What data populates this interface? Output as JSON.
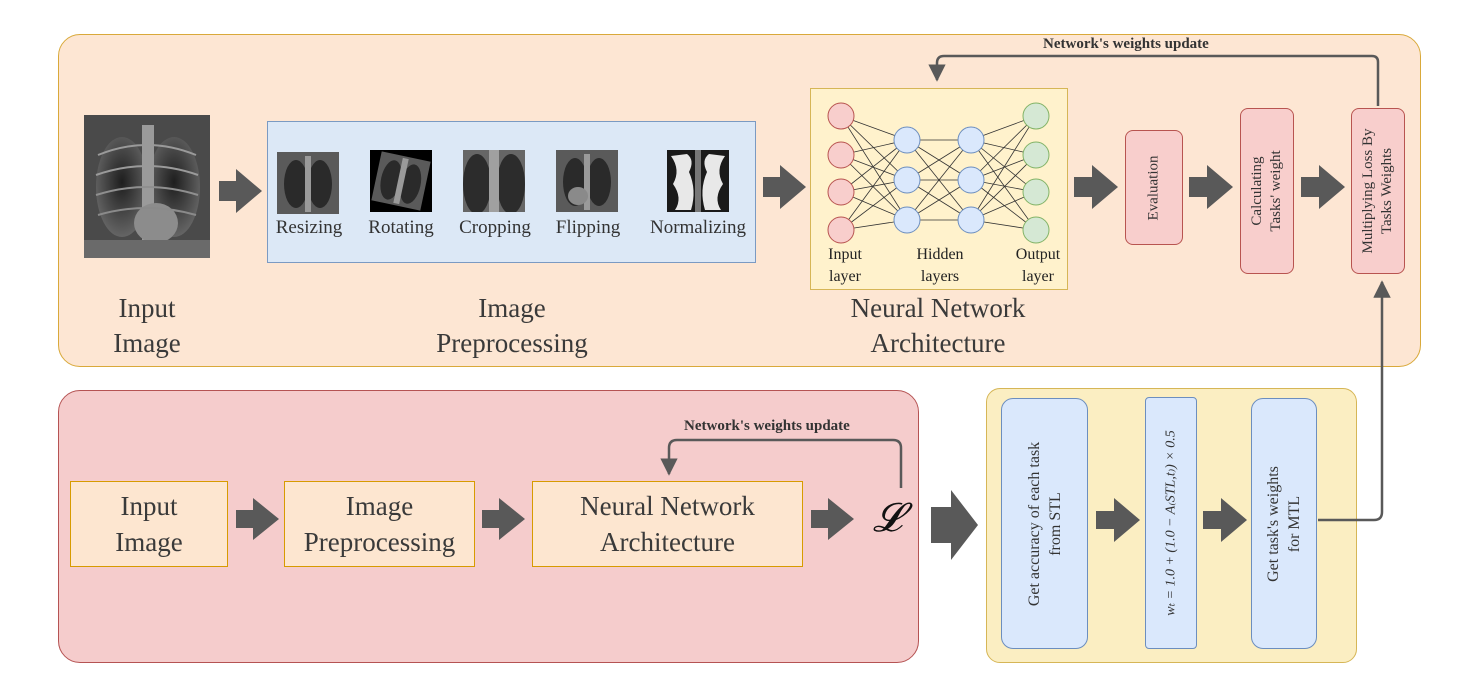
{
  "top": {
    "input_image_label": [
      "Input",
      "Image"
    ],
    "preprocessing_label": [
      "Image",
      "Preprocessing"
    ],
    "preprocessing_steps": [
      "Resizing",
      "Rotating",
      "Cropping",
      "Flipping",
      "Normalizing"
    ],
    "nn_arch_label": [
      "Neural Network",
      "Architecture"
    ],
    "nn_layers": {
      "input": [
        "Input",
        "layer"
      ],
      "hidden": [
        "Hidden",
        "layers"
      ],
      "output": [
        "Output",
        "layer"
      ]
    },
    "evaluation": "Evaluation",
    "calc_weights": [
      "Calculating",
      "Tasks' weight"
    ],
    "multiply": [
      "Multiplying Loss By",
      "Tasks Weights"
    ],
    "update_label": "Network's weights update"
  },
  "bottom": {
    "input_image": [
      "Input",
      "Image"
    ],
    "preprocessing": [
      "Image",
      "Preprocessing"
    ],
    "nn_arch": [
      "Neural Network",
      "Architecture"
    ],
    "update_label": "Network's weights update",
    "loss_symbol": "𝓛"
  },
  "weights_panel": {
    "get_accuracy": [
      "Get accuracy of each task",
      "from STL"
    ],
    "formula": "wₜ = 1.0 + (1.0 − A₍STL,t₎) × 0.5",
    "get_weights": [
      "Get task's weights",
      "for MTL"
    ]
  },
  "colors": {
    "top_panel": "#fde6d3",
    "bottom_panel": "#f5cccc",
    "right_panel": "#fbeec2",
    "arrow": "#595959",
    "input_node": "#f8cecc",
    "hidden_node": "#dae8fc",
    "output_node": "#d5e8d4"
  }
}
